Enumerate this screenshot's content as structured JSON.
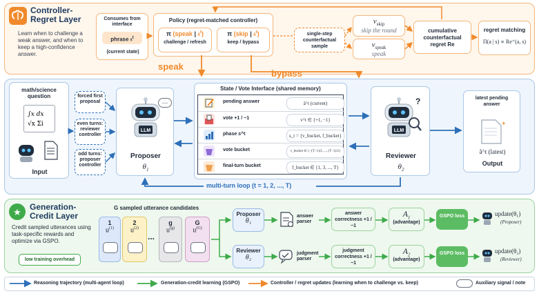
{
  "controller": {
    "title": "Controller-\nRegret Layer",
    "desc": "Learn when to challenge a weak answer, and when to keep a high-confidence answer.",
    "consumes_title": "Consumes from interface",
    "phrase": "phrase",
    "phrase_sym": "s",
    "phrase_sup": "t",
    "current_state": "(current state)",
    "policy_title": "Policy (regret-matched controller)",
    "pi_speak_pi": "π",
    "pi_speak_paren": "(speak",
    "pi_speak_bar": "|",
    "pi_speak_s": "s",
    "pi_speak_sup": "t",
    "pi_speak_close": ")",
    "pi_speak_label": "challenge / refresh",
    "pi_skip_pi": "π",
    "pi_skip_paren": "(skip",
    "pi_skip_bar": "|",
    "pi_skip_s": "s",
    "pi_skip_sup": "t",
    "pi_skip_close": ")",
    "pi_skip_label": "keep / bypass",
    "speak_label": "speak",
    "bypass_label": "bypass",
    "counterfactual": "single-step counterfactual sample",
    "v_skip": "v",
    "v_skip_sub": "skip",
    "v_skip_label": "skip the round",
    "v_speak": "v",
    "v_speak_sub": "speak",
    "v_speak_label": "speak",
    "cumulative": "cumulative counterfactual regret Re",
    "regret_matching": "regret matching",
    "regret_formula": "Π(a | s) ∝ Re⁺(a, s)"
  },
  "middle": {
    "input_title": "math/science question",
    "input_label": "Input",
    "forced": "forced first proposal",
    "even": "even turns: reviewer controller",
    "odd": "odd turns: proposer controller",
    "proposer_label": "Proposer",
    "proposer_theta": "θ",
    "proposer_theta_sub": "1",
    "llm": "LLM",
    "interface_title": "State / Vote Interface (shared memory)",
    "rows": [
      {
        "label": "pending answer",
        "value": "â^t (current)"
      },
      {
        "label": "vote +1 / −1",
        "value": "v^t ∈ {+1, −1}"
      },
      {
        "label": "phase s^t",
        "value": "s_t = {v_bucket, f_bucket}"
      },
      {
        "label": "vote bucket",
        "value": "v_bucket ∈ {−(T−1)/2, ..., (T−1)/2}"
      },
      {
        "label": "final-turn bucket",
        "value": "f_bucket ∈ {1, 3, ..., T}"
      }
    ],
    "reviewer_label": "Reviewer",
    "reviewer_theta": "θ",
    "reviewer_theta_sub": "2",
    "output_title": "latest pending answer",
    "output_val": "â^t (latest)",
    "output_label": "Output",
    "loop_label": "multi-turn loop (t = 1, 2, ..., T)"
  },
  "gen": {
    "title": "Generation-\nCredit Layer",
    "desc": "Credit sampled utterances using task-specific rewards and optimize via GSPO.",
    "overhead": "low training overhead",
    "cand_title": "G  sampled utterance candidates",
    "cands": [
      {
        "idx": "1",
        "u": "u",
        "sup": "(1)"
      },
      {
        "idx": "2",
        "u": "u",
        "sup": "(2)"
      },
      {
        "idx": "g",
        "u": "u",
        "sup": "(g)"
      },
      {
        "idx": "G",
        "u": "u",
        "sup": "(G)"
      }
    ],
    "dots": "...",
    "proposer": "Proposer",
    "reviewer": "Reviewer",
    "theta1": "θ₁",
    "theta2": "θ₂",
    "answer_parser": "answer parser",
    "judgment_parser": "judgment parser",
    "answer_correctness": "answer correctness +1 / −1",
    "judgment_correctness": "judgment correctness +1 / −1",
    "a1": "A",
    "a1_sub": "1",
    "a2": "A",
    "a2_sub": "2",
    "advantage": "(advantage)",
    "gspo": "GSPO loss",
    "update1": "update(θ₁)",
    "update1_sub": "(Proposer)",
    "update2": "update(θ₂)",
    "update2_sub": "(Reviewer)"
  },
  "legend": {
    "reasoning": "Reasoning trajectory (multi-agent loop)",
    "generation": "Generation-credit learning (GSPO)",
    "controller": "Controller / regret updates (learning when to challenge vs. keep)",
    "aux": "Auxiliary signal / note"
  },
  "colors": {
    "orange": "#f08a2c",
    "blue": "#2d6fb8",
    "green": "#3faa4a",
    "orange_bg": "#fff6ec",
    "blue_bg": "#eef5fc",
    "green_bg": "#eef8ee"
  }
}
